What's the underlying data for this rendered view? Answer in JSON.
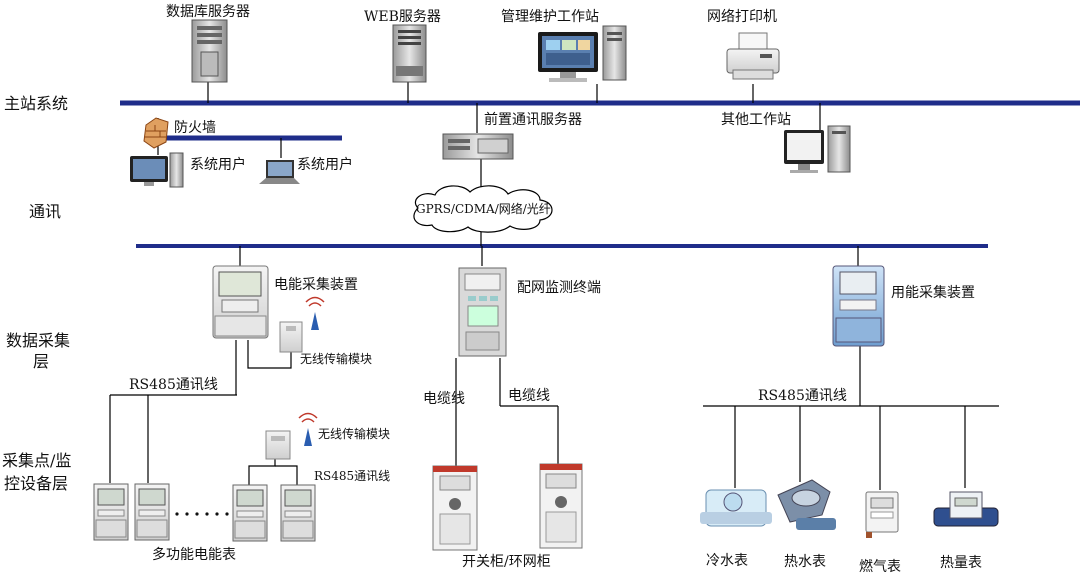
{
  "layers": {
    "master": "主站系统",
    "comm": "通讯",
    "acq1": "数据采集",
    "acq2": "层",
    "dev1": "采集点/监",
    "dev2": "控设备层"
  },
  "servers": {
    "db": "数据库服务器",
    "web": "WEB服务器",
    "mgmt": "管理维护工作站",
    "printer": "网络打印机",
    "front": "前置通讯服务器",
    "other": "其他工作站"
  },
  "firewall": "防火墙",
  "users": {
    "u1": "系统用户",
    "u2": "系统用户"
  },
  "cloud": "GPRS/CDMA/网络/光纤",
  "acquisition": {
    "power": "电能采集装置",
    "wireless": "无线传输模块",
    "dtu": "配网监测终端",
    "energy": "用能采集装置"
  },
  "lines": {
    "rs485_left": "RS485通讯线",
    "rs485_mid": "RS485通讯线",
    "rs485_right": "RS485通讯线",
    "cable1": "电缆线",
    "cable2": "电缆线"
  },
  "wireless2": "无线传输模块",
  "meters_label": "多功能电能表",
  "cabinet_label": "开关柜/环网柜",
  "utility": {
    "cold": "冷水表",
    "hot": "热水表",
    "gas": "燃气表",
    "heat": "热量表"
  },
  "colors": {
    "bus": "#1f2d8a",
    "line": "#000000"
  }
}
